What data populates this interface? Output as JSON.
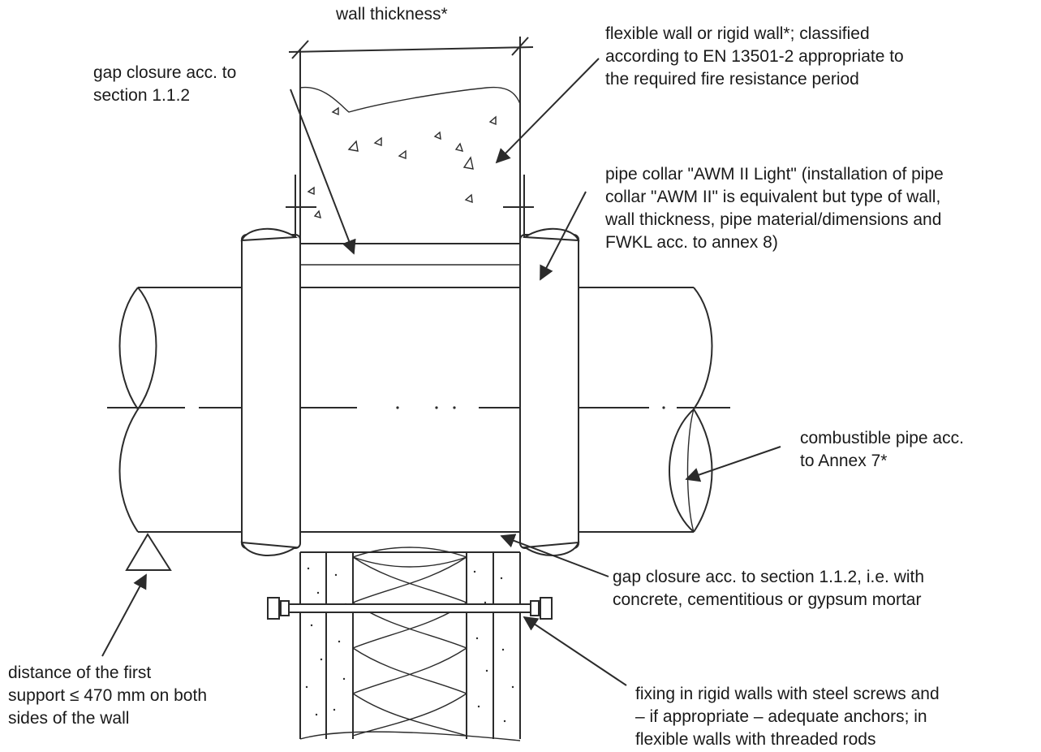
{
  "labels": {
    "wall_thickness": "wall thickness*",
    "gap_closure_top": [
      "gap closure acc. to",
      "section 1.1.2"
    ],
    "wall_class": [
      "flexible wall or rigid wall*; classified",
      "according to EN 13501-2 appropriate to",
      "the required fire resistance period"
    ],
    "pipe_collar": [
      "pipe collar \"AWM II Light\" (installation of pipe",
      "collar  \"AWM II\" is equivalent but type of wall,",
      "wall thickness, pipe material/dimensions and",
      "FWKL acc. to annex 8)"
    ],
    "combustible_pipe": [
      "combustible pipe acc.",
      "to Annex 7*"
    ],
    "gap_closure_bottom": [
      "gap closure acc. to section 1.1.2, i.e. with",
      "concrete, cementitious or gypsum mortar"
    ],
    "first_support": [
      "distance of the first",
      "support ≤ 470 mm on both",
      "sides of the wall"
    ],
    "fixing": [
      "fixing in rigid walls with steel screws and",
      "– if appropriate – adequate anchors; in",
      "flexible walls with threaded rods"
    ]
  },
  "colors": {
    "line": "#2b2b2b",
    "text": "#1a1a1a",
    "background": "#ffffff"
  }
}
